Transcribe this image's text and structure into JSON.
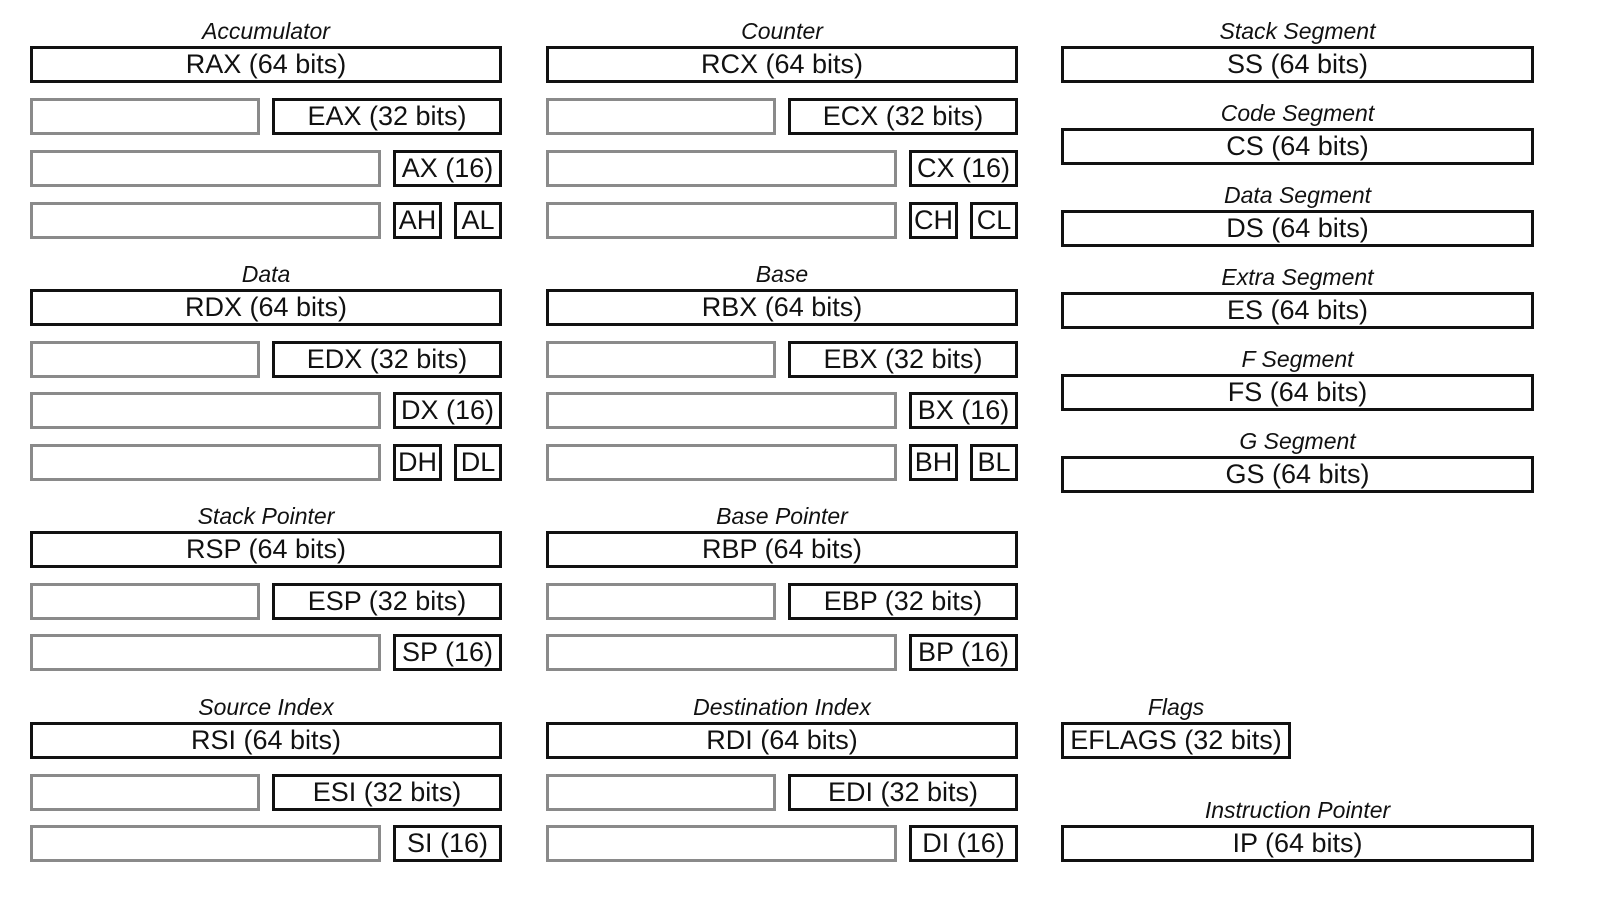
{
  "groups": {
    "rax": {
      "caption": "Accumulator",
      "r64": "RAX (64 bits)",
      "r32": "EAX (32 bits)",
      "r16": "AX (16)",
      "hi": "AH",
      "lo": "AL"
    },
    "rcx": {
      "caption": "Counter",
      "r64": "RCX (64 bits)",
      "r32": "ECX (32 bits)",
      "r16": "CX (16)",
      "hi": "CH",
      "lo": "CL"
    },
    "rdx": {
      "caption": "Data",
      "r64": "RDX (64 bits)",
      "r32": "EDX (32 bits)",
      "r16": "DX (16)",
      "hi": "DH",
      "lo": "DL"
    },
    "rbx": {
      "caption": "Base",
      "r64": "RBX (64 bits)",
      "r32": "EBX (32 bits)",
      "r16": "BX (16)",
      "hi": "BH",
      "lo": "BL"
    },
    "rsp": {
      "caption": "Stack Pointer",
      "r64": "RSP (64 bits)",
      "r32": "ESP (32 bits)",
      "r16": "SP (16)"
    },
    "rbp": {
      "caption": "Base Pointer",
      "r64": "RBP (64 bits)",
      "r32": "EBP (32 bits)",
      "r16": "BP (16)"
    },
    "rsi": {
      "caption": "Source Index",
      "r64": "RSI (64 bits)",
      "r32": "ESI (32 bits)",
      "r16": "SI (16)"
    },
    "rdi": {
      "caption": "Destination Index",
      "r64": "RDI (64 bits)",
      "r32": "EDI (32 bits)",
      "r16": "DI (16)"
    }
  },
  "segments": {
    "ss": {
      "caption": "Stack Segment",
      "reg": "SS (64 bits)"
    },
    "cs": {
      "caption": "Code Segment",
      "reg": "CS (64 bits)"
    },
    "ds": {
      "caption": "Data Segment",
      "reg": "DS (64 bits)"
    },
    "es": {
      "caption": "Extra Segment",
      "reg": "ES (64 bits)"
    },
    "fs": {
      "caption": "F Segment",
      "reg": "FS (64 bits)"
    },
    "gs": {
      "caption": "G Segment",
      "reg": "GS (64 bits)"
    }
  },
  "flags": {
    "caption": "Flags",
    "reg": "EFLAGS (32 bits)"
  },
  "ip": {
    "caption": "Instruction Pointer",
    "reg": "IP (64 bits)"
  }
}
